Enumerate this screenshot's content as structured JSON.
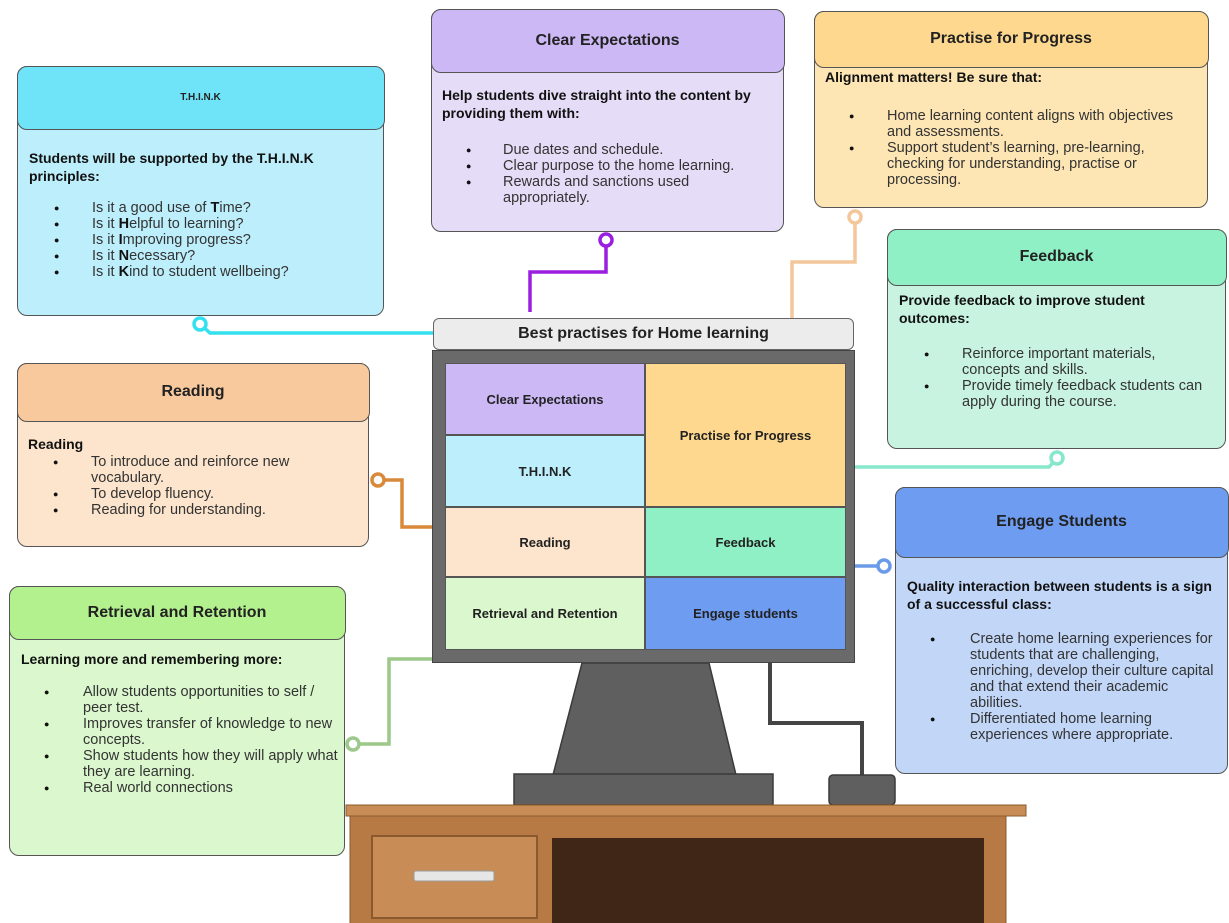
{
  "center": {
    "title": "Best practises for Home learning",
    "cells": {
      "clear": "Clear Expectations",
      "think": "T.H.I.N.K",
      "practise": "Practise for Progress",
      "reading": "Reading",
      "feedback": "Feedback",
      "retrieval": "Retrieval and Retention",
      "engage": "Engage students"
    }
  },
  "think": {
    "title": "T.H.I.N.K",
    "lead": "Students will be supported by the T.H.I.N.K principles:",
    "items": [
      {
        "pre": "Is it a good use of ",
        "key": "T",
        "post": "ime?"
      },
      {
        "pre": "Is it ",
        "key": "H",
        "post": "elpful to learning?"
      },
      {
        "pre": "Is it ",
        "key": "I",
        "post": "mproving progress?"
      },
      {
        "pre": "Is it ",
        "key": "N",
        "post": "ecessary?"
      },
      {
        "pre": "Is it ",
        "key": "K",
        "post": "ind to student wellbeing?"
      }
    ]
  },
  "clear": {
    "title": "Clear Expectations",
    "lead": "Help students dive straight into the content by providing them with:",
    "items": [
      "Due dates and schedule.",
      "Clear purpose to the home learning.",
      "Rewards and sanctions used appropriately."
    ]
  },
  "practise": {
    "title": "Practise for Progress",
    "lead": "Alignment matters! Be sure that:",
    "items": [
      "Home learning content aligns with objectives and assessments.",
      "Support student’s learning, pre-learning, checking for understanding, practise or processing."
    ]
  },
  "feedback": {
    "title": "Feedback",
    "lead": "Provide feedback to improve student outcomes:",
    "items": [
      "Reinforce important materials, concepts and skills.",
      "Provide timely feedback students can apply during the course."
    ]
  },
  "reading": {
    "title": "Reading",
    "lead": "Reading",
    "items": [
      "To introduce and reinforce new vocabulary.",
      "To develop fluency.",
      "Reading for understanding."
    ]
  },
  "engage": {
    "title": "Engage Students",
    "lead": "Quality interaction between students is a sign of a successful class:",
    "items": [
      "Create home learning experiences for students that are challenging, enriching, develop their culture capital and that extend their academic abilities.",
      "Differentiated home learning experiences where appropriate."
    ]
  },
  "retrieval": {
    "title": "Retrieval and Retention",
    "lead": "Learning more and remembering more:",
    "items": [
      "Allow students opportunities to self / peer test.",
      "Improves transfer of knowledge to new concepts.",
      "Show students how they will apply what they are learning.",
      "Real world connections"
    ]
  },
  "colors": {
    "think": "#6fe3f8",
    "clear": "#cbb8f5",
    "practise": "#fdd88e",
    "feedback": "#8ef0c4",
    "reading": "#f8c99d",
    "engage": "#6d9cf1",
    "retrieval": "#b3f08e",
    "connector_think": "#33e0ef",
    "connector_clear": "#9a1fe0",
    "connector_practise": "#f3c79b",
    "connector_feedback": "#86e7cb",
    "connector_reading": "#d9893a",
    "connector_engage": "#6b9be8",
    "connector_retrieval": "#9cc98a"
  }
}
